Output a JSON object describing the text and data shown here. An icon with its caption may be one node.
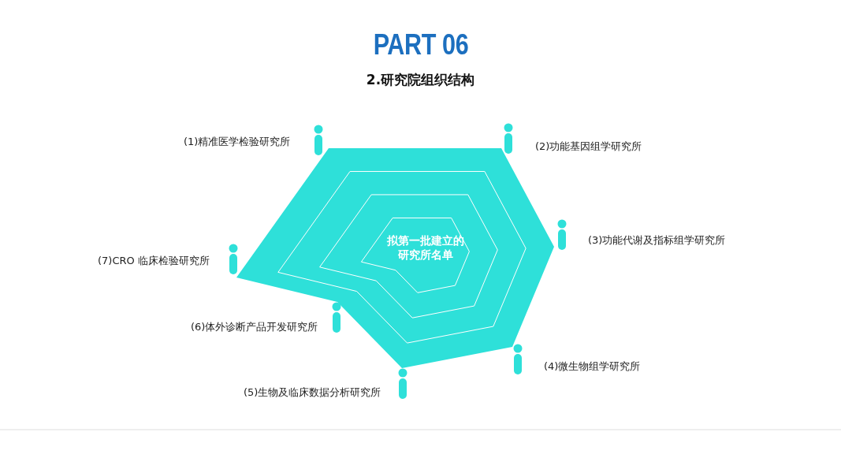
{
  "diagram": {
    "title": "PART 06",
    "caption": "2.研究院组织结构",
    "nodes": [
      {
        "text": [
          "拟第一批建立的研究所名单"
        ]
      }
    ],
    "labels": [
      "(1)精准医学检验研究所",
      "(2)功能基因组学研究所",
      "(7)CRO 临床检验研究所",
      "(3)功能代谢及指标组学研究所",
      "(6)体外诊断产品开发研究所",
      "(4)微生物组学研究所",
      "(5)生物及临床数据分析研究所"
    ]
  }
}
